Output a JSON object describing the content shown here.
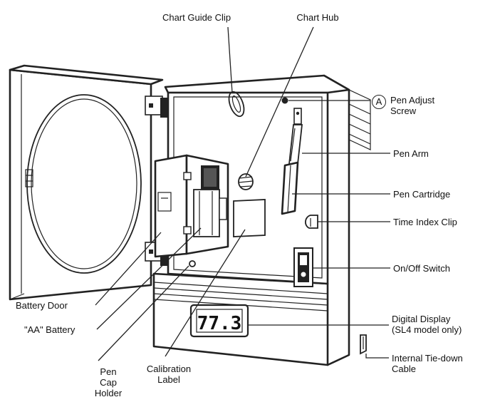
{
  "labels": {
    "chart_guide_clip": "Chart Guide Clip",
    "chart_hub": "Chart Hub",
    "pen_adjust_marker": "A",
    "pen_adjust_screw_1": "Pen Adjust",
    "pen_adjust_screw_2": "Screw",
    "pen_arm": "Pen Arm",
    "pen_cartridge": "Pen Cartridge",
    "time_index_clip": "Time Index Clip",
    "on_off_switch": "On/Off Switch",
    "digital_display_1": "Digital Display",
    "digital_display_2": "(SL4 model only)",
    "internal_tiedown_1": "Internal Tie-down",
    "internal_tiedown_2": "Cable",
    "battery_door": "Battery Door",
    "aa_battery": "\"AA\" Battery",
    "pen_cap_holder_1": "Pen",
    "pen_cap_holder_2": "Cap",
    "pen_cap_holder_3": "Holder",
    "calibration_label_1": "Calibration",
    "calibration_label_2": "Label"
  },
  "display": {
    "reading": "77.3"
  }
}
